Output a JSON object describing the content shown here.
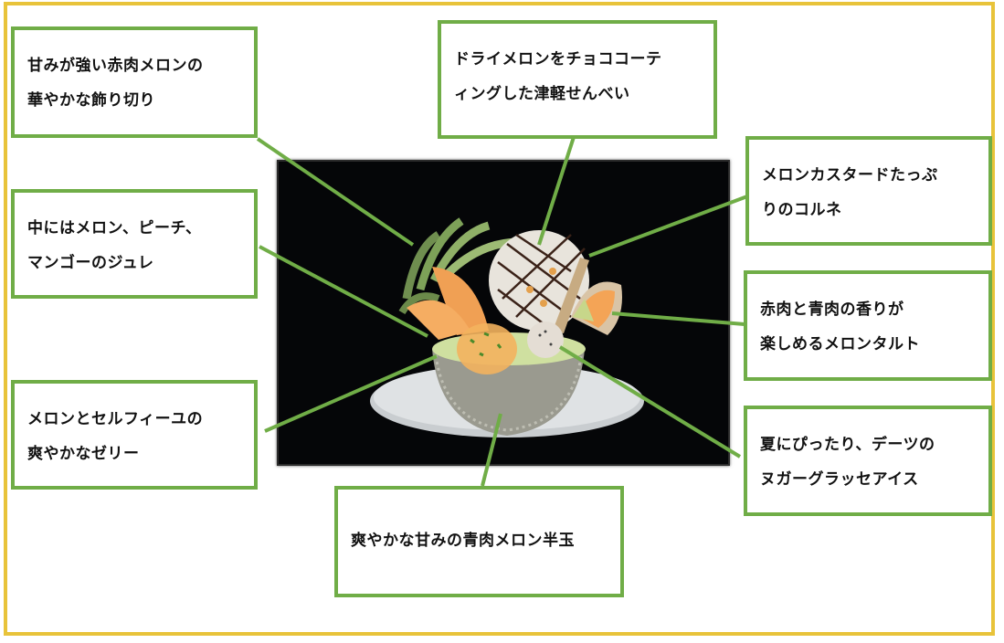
{
  "diagram": {
    "colors": {
      "frame_border": "#e8c33a",
      "box_border": "#70ad47",
      "leader_line": "#70ad47",
      "photo_background": "#050608",
      "text": "#111111"
    },
    "photo": {
      "description": "Melon parfait served in a half melon on a white plate against a black background",
      "icon": "dessert-photo"
    },
    "labels": [
      {
        "id": "red-melon-carving",
        "line1": "甘みが強い赤肉メロンの",
        "line2": "華やかな飾り切り"
      },
      {
        "id": "choco-senbei",
        "line1": "ドライメロンをチョココーテ",
        "line2": "ィングした津軽せんべい"
      },
      {
        "id": "cornet",
        "line1": "メロンカスタードたっぷ",
        "line2": "りのコルネ"
      },
      {
        "id": "jelly-inside",
        "line1": "中にはメロン、ピーチ、",
        "line2": "マンゴーのジュレ"
      },
      {
        "id": "melon-tart",
        "line1": "赤肉と青肉の香りが",
        "line2": "楽しめるメロンタルト"
      },
      {
        "id": "selfie-jelly",
        "line1": "メロンとセルフィーユの",
        "line2": "爽やかなゼリー"
      },
      {
        "id": "nougat-ice",
        "line1": "夏にぴったり、デーツの",
        "line2": "ヌガーグラッセアイス"
      },
      {
        "id": "green-melon-half",
        "line1": "爽やかな甘みの青肉メロン半玉",
        "line2": ""
      }
    ]
  }
}
